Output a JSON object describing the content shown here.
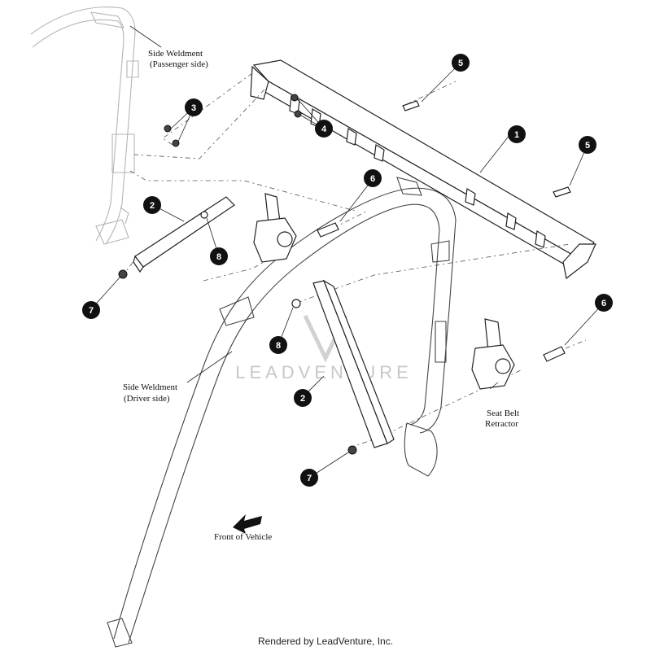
{
  "labels": {
    "side_weldment_passenger": [
      "Side Weldment",
      "(Passenger side)"
    ],
    "side_weldment_driver": [
      "Side Weldment",
      "(Driver side)"
    ],
    "seat_belt_retractor": [
      "Seat Belt",
      "Retractor"
    ],
    "front_of_vehicle": "Front of Vehicle"
  },
  "callouts": [
    {
      "id": "callout-1",
      "number": "1"
    },
    {
      "id": "callout-2-upper",
      "number": "2"
    },
    {
      "id": "callout-2-lower",
      "number": "2"
    },
    {
      "id": "callout-3",
      "number": "3"
    },
    {
      "id": "callout-4",
      "number": "4"
    },
    {
      "id": "callout-5-top",
      "number": "5"
    },
    {
      "id": "callout-5-right",
      "number": "5"
    },
    {
      "id": "callout-6-mid",
      "number": "6"
    },
    {
      "id": "callout-6-right",
      "number": "6"
    },
    {
      "id": "callout-7-left",
      "number": "7"
    },
    {
      "id": "callout-7-bottom",
      "number": "7"
    },
    {
      "id": "callout-8-upper",
      "number": "8"
    },
    {
      "id": "callout-8-lower",
      "number": "8"
    }
  ],
  "watermark": "LEADVENTURE",
  "footer": "Rendered by LeadVenture, Inc."
}
